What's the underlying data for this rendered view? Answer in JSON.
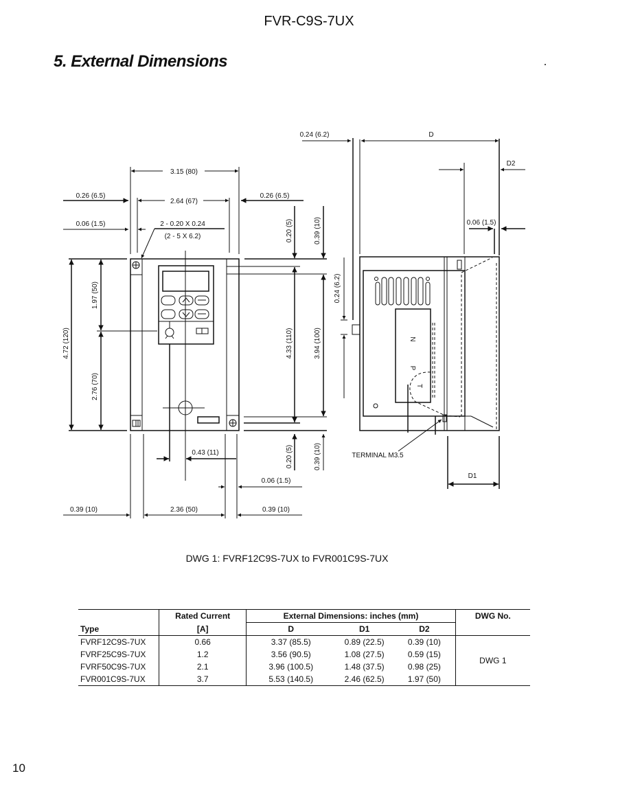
{
  "header": {
    "title": "FVR-C9S-7UX"
  },
  "section": {
    "heading": "5. External Dimensions"
  },
  "drawing": {
    "front": {
      "width_total": "3.15 (80)",
      "width_mount": "2.64 (67)",
      "left_margin": "0.26 (6.5)",
      "right_margin": "0.26 (6.5)",
      "left_offset": "0.06 (1.5)",
      "hole_spec": "2 - 0.20 X 0.24",
      "hole_spec_mm": "(2 - 5 X 6.2)",
      "top_small": "0.20 (5)",
      "top_large": "0.39 (10)",
      "height_total": "4.72 (120)",
      "height_upper": "1.97 (50)",
      "height_lower": "2.76 (70)",
      "height_mount": "4.33 (110)",
      "height_inner": "3.94 (100)",
      "bottom_small": "0.20 (5)",
      "bottom_large": "0.39 (10)",
      "offset_center": "0.43 (11)",
      "bottom_offset": "0.06 (1.5)",
      "bottom_left": "0.39 (10)",
      "bottom_width": "2.36 (50)",
      "bottom_right": "0.39 (10)"
    },
    "side": {
      "tab_offset": "0.24 (6.2)",
      "depth": "D",
      "d2": "D2",
      "right_offset": "0.06 (1.5)",
      "tab_height": "0.24 (6.2)",
      "marks": [
        "N",
        "P",
        "T"
      ],
      "terminal": "TERMINAL M3.5",
      "d1": "D1"
    },
    "caption": "DWG 1: FVRF12C9S-7UX to FVR001C9S-7UX"
  },
  "table": {
    "headers": {
      "type": "Type",
      "rated_current": "Rated Current",
      "rated_unit": "[A]",
      "ext_dims": "External Dimensions: inches (mm)",
      "d": "D",
      "d1": "D1",
      "d2": "D2",
      "dwg": "DWG No."
    },
    "rows": [
      {
        "type": "FVRF12C9S-7UX",
        "current": "0.66",
        "d": "3.37 (85.5)",
        "d1": "0.89 (22.5)",
        "d2": "0.39 (10)"
      },
      {
        "type": "FVRF25C9S-7UX",
        "current": "1.2",
        "d": "3.56 (90.5)",
        "d1": "1.08 (27.5)",
        "d2": "0.59 (15)"
      },
      {
        "type": "FVRF50C9S-7UX",
        "current": "2.1",
        "d": "3.96 (100.5)",
        "d1": "1.48 (37.5)",
        "d2": "0.98 (25)"
      },
      {
        "type": "FVR001C9S-7UX",
        "current": "3.7",
        "d": "5.53 (140.5)",
        "d1": "2.46 (62.5)",
        "d2": "1.97 (50)"
      }
    ],
    "dwg_value": "DWG 1"
  },
  "footer": {
    "page_number": "10"
  }
}
